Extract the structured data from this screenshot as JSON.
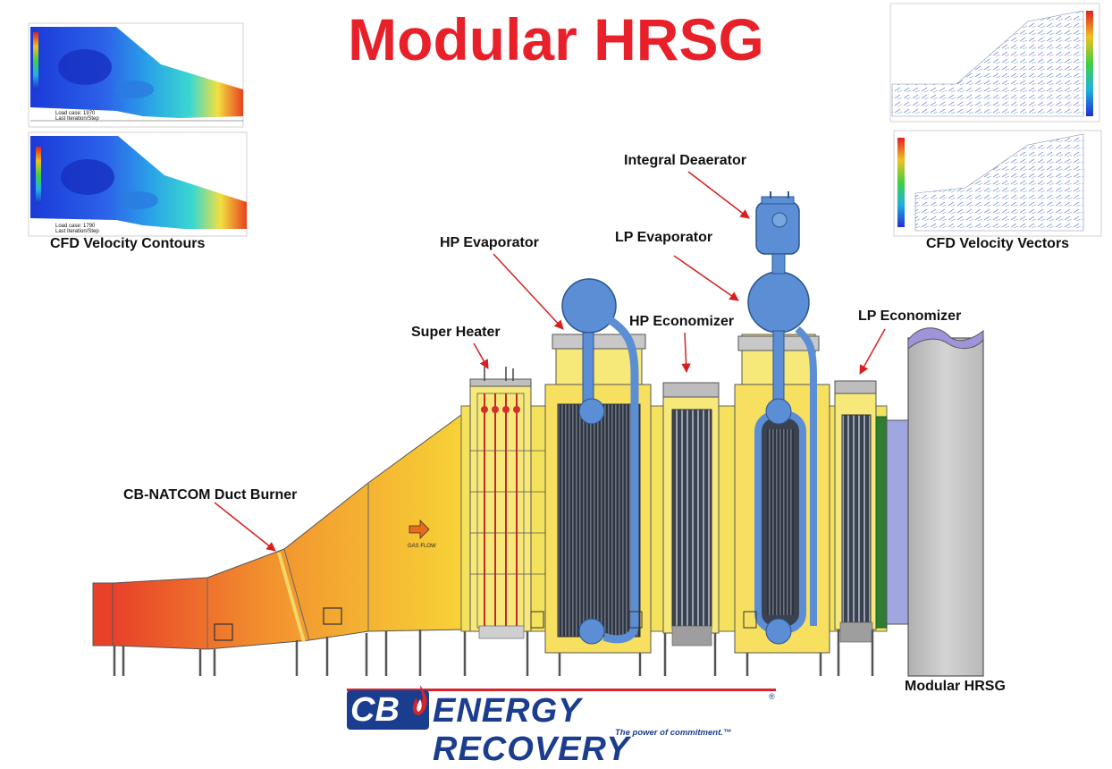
{
  "title": "Modular HRSG",
  "labels": {
    "cfd_contours": "CFD Velocity Contours",
    "cfd_vectors": "CFD Velocity Vectors",
    "integral_deaerator": "Integral Deaerator",
    "hp_evaporator": "HP Evaporator",
    "lp_evaporator": "LP Evaporator",
    "super_heater": "Super Heater",
    "hp_economizer": "HP Economizer",
    "lp_economizer": "LP Economizer",
    "duct_burner": "CB-NATCOM Duct Burner",
    "modular_hrsg": "Modular HRSG",
    "gas_flow": "GAS FLOW"
  },
  "cfd_panels": {
    "contour_top": {
      "load_case": "Load case: 1970",
      "step": "Last Iteration/Step"
    },
    "contour_bottom": {
      "load_case": "Load case: 1790",
      "step": "Last Iteration/Step"
    }
  },
  "brand": {
    "cb": "CB",
    "name": "ENERGY RECOVERY",
    "registered": "®",
    "tagline": "The power of commitment.™"
  },
  "colors": {
    "title_red": "#e8202a",
    "brand_blue": "#1b3d8f",
    "vessel_blue": "#5b8ed4",
    "casing_yellow": "#f5e25c",
    "duct_red": "#e8412a",
    "stack_gray": "#c8c8c8"
  }
}
